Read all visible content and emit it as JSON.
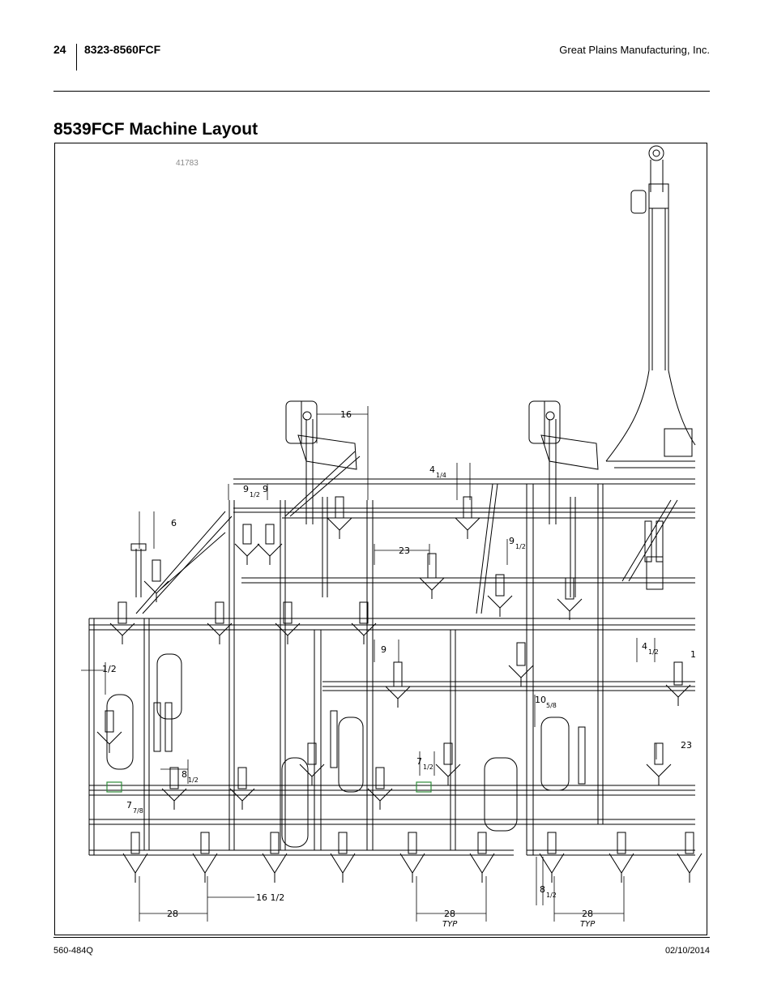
{
  "header": {
    "page_number": "24",
    "model_range": "8323-8560FCF",
    "company": "Great Plains Manufacturing, Inc."
  },
  "section_title": "8539FCF Machine Layout",
  "figure": {
    "figure_id": "41783",
    "dimensions": [
      "16",
      "9",
      "1/2",
      "4",
      "1/4",
      "6",
      "23",
      "9",
      "1/2",
      "9",
      "9",
      "1/2",
      "4",
      "1/2",
      "1",
      "10",
      "5/8",
      "23",
      "8",
      "1/2",
      "7",
      "1/2",
      "7",
      "7/8",
      "16 1/2",
      "28",
      "28",
      "TYP",
      "8",
      "1/2",
      "28",
      "TYP"
    ]
  },
  "footer": {
    "doc_id": "560-484Q",
    "date": "02/10/2014"
  }
}
